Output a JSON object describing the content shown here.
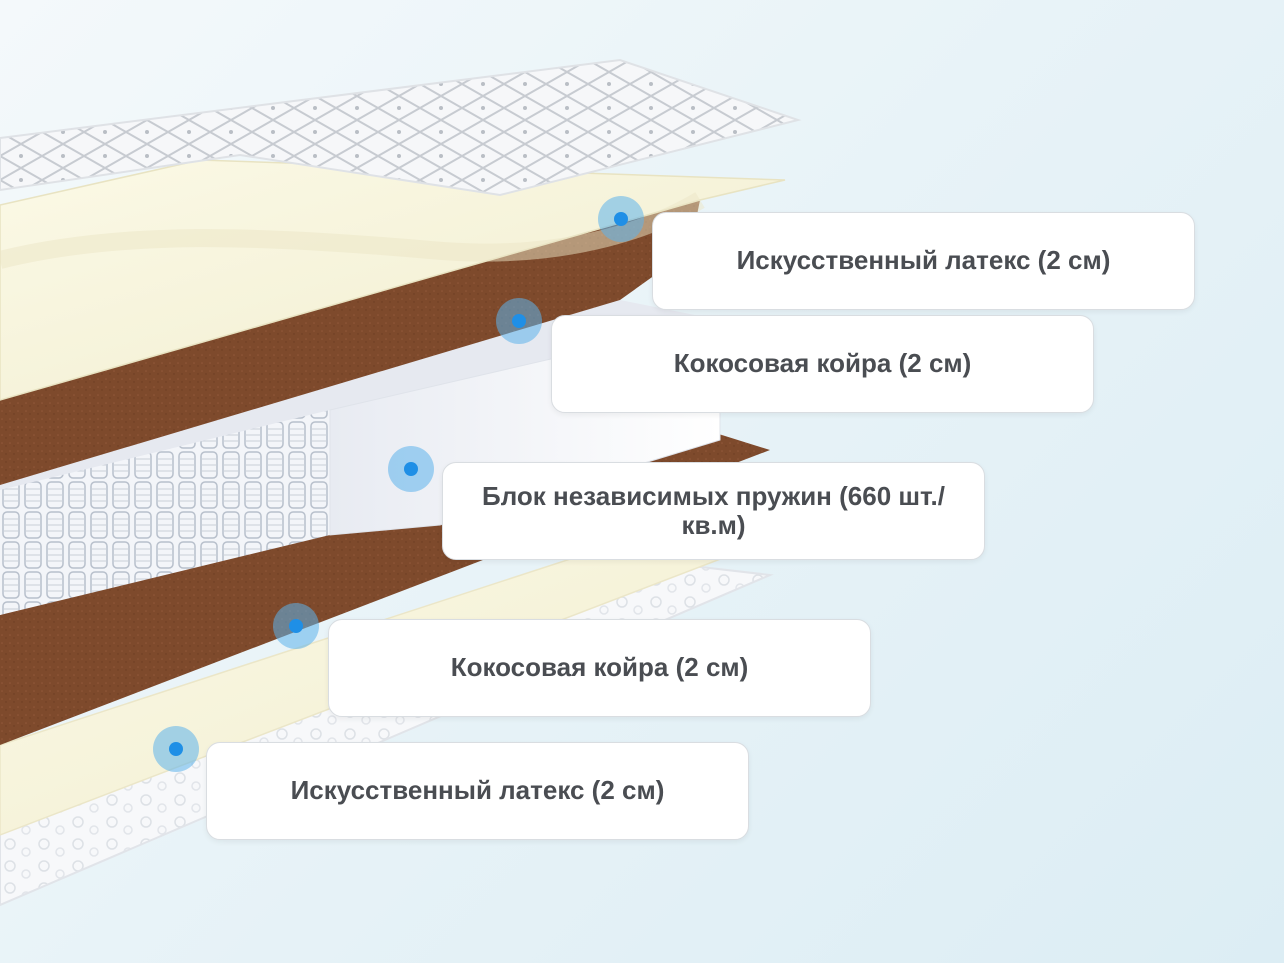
{
  "layers": [
    {
      "id": "latex-top",
      "text": "Искусственный латекс (2 см)"
    },
    {
      "id": "coir-top",
      "text": "Кокосовая койра (2 см)"
    },
    {
      "id": "springs",
      "text": "Блок независимых пружин (660 шт./кв.м)"
    },
    {
      "id": "coir-bottom",
      "text": "Кокосовая койра (2 см)"
    },
    {
      "id": "latex-bottom",
      "text": "Искусственный латекс (2 см)"
    }
  ],
  "colors": {
    "latex": "#f7f4dc",
    "coir": "#7e4a2c",
    "springs": "#f0f3f8",
    "quilt": "#f2f3f5",
    "marker": "#1f8fe6"
  }
}
